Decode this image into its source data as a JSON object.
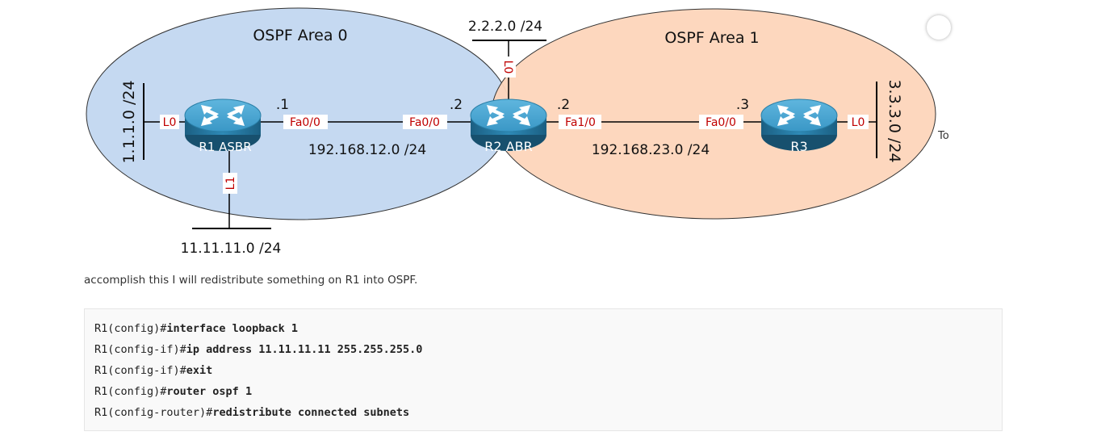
{
  "diagram": {
    "areas": [
      {
        "label": "OSPF Area 0",
        "color": "#c5d9f1"
      },
      {
        "label": "OSPF Area 1",
        "color": "#fdd5bb"
      }
    ],
    "routers": {
      "r1": {
        "name": "R1 ASBR"
      },
      "r2": {
        "name": "R2 ABR"
      },
      "r3": {
        "name": "R3"
      }
    },
    "networks": {
      "r1_loopback0": "1.1.1.0 /24",
      "r1_loopback1": "11.11.11.0 /24",
      "r2_loopback0": "2.2.2.0 /24",
      "r3_loopback0": "3.3.3.0 /24",
      "link_r1_r2": "192.168.12.0 /24",
      "link_r2_r3": "192.168.23.0 /24"
    },
    "interfaces": {
      "r1_l0": "L0",
      "r1_l1": "L1",
      "r1_fa00": "Fa0/0",
      "r2_fa00": "Fa0/0",
      "r2_lo": "L0",
      "r2_fa10": "Fa1/0",
      "r3_fa00": "Fa0/0",
      "r3_lo": "L0"
    },
    "host_ids": {
      "r1": ".1",
      "r2_left": ".2",
      "r2_right": ".2",
      "r3": ".3"
    },
    "colors": {
      "router_body": "#2a7fa7",
      "interface_label": "#c00000"
    }
  },
  "side_note": "To",
  "paragraph": "accomplish this I will redistribute something on R1 into OSPF.",
  "code": [
    {
      "prompt": "R1(config)#",
      "command": "interface loopback 1"
    },
    {
      "prompt": "R1(config-if)#",
      "command": "ip address 11.11.11.11 255.255.255.0"
    },
    {
      "prompt": "R1(config-if)#",
      "command": "exit"
    },
    {
      "prompt": "R1(config)#",
      "command": "router ospf 1"
    },
    {
      "prompt": "R1(config-router)#",
      "command": "redistribute connected subnets"
    }
  ]
}
